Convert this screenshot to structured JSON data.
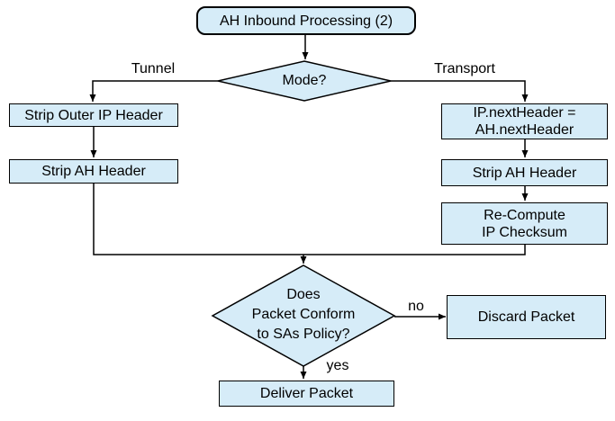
{
  "diagram": {
    "title": "AH Inbound Processing (2)",
    "nodes": {
      "start": {
        "label": "AH Inbound Processing (2)",
        "shape": "rounded-rect"
      },
      "mode": {
        "label": "Mode?",
        "shape": "decision"
      },
      "strip_outer_ip": {
        "label": "Strip Outer IP Header",
        "shape": "rect"
      },
      "strip_ah_left": {
        "label": "Strip AH Header",
        "shape": "rect"
      },
      "ip_next_header": {
        "label": "IP.nextHeader =\nAH.nextHeader",
        "shape": "rect"
      },
      "strip_ah_right": {
        "label": "Strip AH Header",
        "shape": "rect"
      },
      "recompute_checksum": {
        "label": "Re-Compute\nIP Checksum",
        "shape": "rect"
      },
      "policy_check": {
        "label": "Does\nPacket Conform\nto SAs Policy?",
        "shape": "decision"
      },
      "discard": {
        "label": "Discard Packet",
        "shape": "rect"
      },
      "deliver": {
        "label": "Deliver Packet",
        "shape": "rect"
      }
    },
    "edge_labels": {
      "tunnel": "Tunnel",
      "transport": "Transport",
      "no": "no",
      "yes": "yes"
    },
    "colors": {
      "node_fill": "#d6ecf8",
      "node_border": "#000000",
      "line_color": "#000000",
      "background": "#ffffff"
    }
  }
}
